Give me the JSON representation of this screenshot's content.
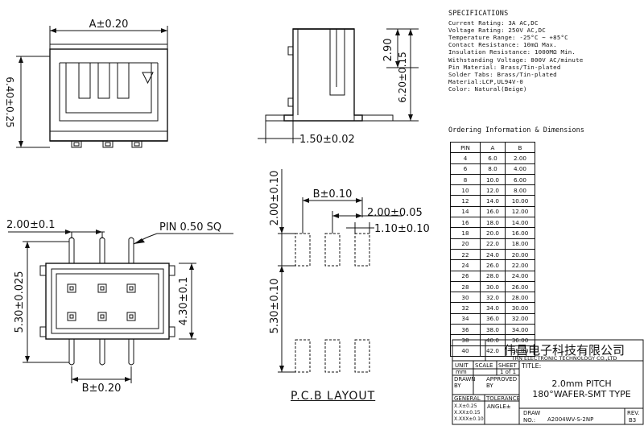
{
  "specifications": {
    "title": "SPECIFICATIONS",
    "lines": [
      "Current Rating: 3A AC,DC",
      "Voltage Rating: 250V AC,DC",
      "Temperature Range: -25°C ~ +85°C",
      "Contact Resistance: 10mΩ Max.",
      "Insulation Resistance: 1000MΩ Min.",
      "Withstanding Voltage: 800V AC/minute",
      "Pin Material: Brass/Tin-plated",
      "Solder Tabs: Brass/Tin-plated",
      "Material:LCP,UL94V-0",
      "Color: Natural(Beige)"
    ]
  },
  "ordering": {
    "title": "Ordering Information & Dimensions",
    "headers": [
      "PIN",
      "A",
      "B"
    ],
    "rows": [
      [
        "4",
        "6.0",
        "2.00"
      ],
      [
        "6",
        "8.0",
        "4.00"
      ],
      [
        "8",
        "10.0",
        "6.00"
      ],
      [
        "10",
        "12.0",
        "8.00"
      ],
      [
        "12",
        "14.0",
        "10.00"
      ],
      [
        "14",
        "16.0",
        "12.00"
      ],
      [
        "16",
        "18.0",
        "14.00"
      ],
      [
        "18",
        "20.0",
        "16.00"
      ],
      [
        "20",
        "22.0",
        "18.00"
      ],
      [
        "22",
        "24.0",
        "20.00"
      ],
      [
        "24",
        "26.0",
        "22.00"
      ],
      [
        "26",
        "28.0",
        "24.00"
      ],
      [
        "28",
        "30.0",
        "26.00"
      ],
      [
        "30",
        "32.0",
        "28.00"
      ],
      [
        "32",
        "34.0",
        "30.00"
      ],
      [
        "34",
        "36.0",
        "32.00"
      ],
      [
        "36",
        "38.0",
        "34.00"
      ],
      [
        "38",
        "40.0",
        "36.00"
      ],
      [
        "40",
        "42.0",
        "38.00"
      ]
    ]
  },
  "dimensions": {
    "front_width": "A±0.20",
    "front_height": "6.40±0.25",
    "side_top": "2.90",
    "side_height": "6.20±0.15",
    "side_foot": "1.50±0.02",
    "bottom_pitch": "2.00±0.1",
    "pin_note": "PIN 0.50 SQ",
    "bottom_height_left": "5.30±0.025",
    "bottom_height_right": "4.30±0.1",
    "bottom_width": "B±0.20",
    "pcb_top": "2.00±0.10",
    "pcb_b": "B±0.10",
    "pcb_pitch": "2.00±0.05",
    "pcb_pad": "1.10±0.10",
    "pcb_span": "5.30±0.10",
    "pcb_title": "P.C.B LAYOUT"
  },
  "title_block": {
    "company_cn": "伟昌电子科技有限公司",
    "company_en": "TRN ELECTRONIC TECHNOLOGY CO.,LTD",
    "unit": "UNIT",
    "scale": "SCALE",
    "sheet": "SHEET",
    "unit_val": "mm",
    "sheet_val": "1 of 1",
    "title_label": "TITLE:",
    "drawn_by": "DRAWN BY",
    "approved_by": "APPROVED BY",
    "product_line1": "2.0mm PITCH",
    "product_line2": "180°WAFER-SMT TYPE",
    "general": "GENERAL",
    "tolerance": "TOLERANCE",
    "tol1": "X.X±0.25",
    "tol2": "X.XX±0.15",
    "tol3": "X.XXX±0.10",
    "angle": "ANGLE±",
    "draw_label": "DRAW",
    "no_label": "NO.:",
    "draw_no": "A2004WV-S-2NP",
    "rev_label": "REV.",
    "rev_val": "B3"
  }
}
